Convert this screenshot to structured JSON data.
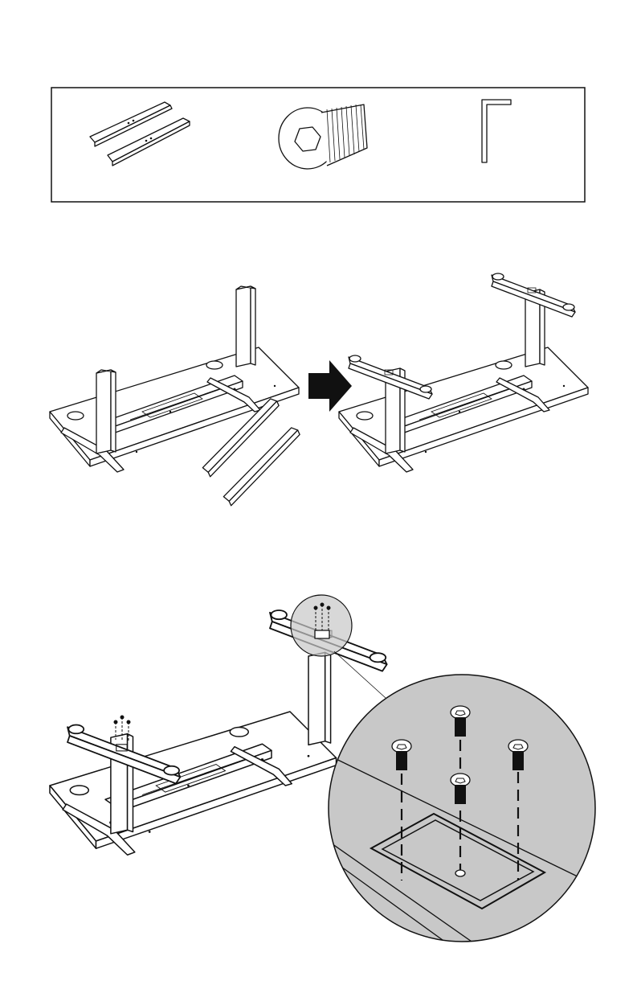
{
  "illustration": {
    "parts_box": {
      "items": [
        {
          "icon": "foot-bracket-pair-icon"
        },
        {
          "icon": "button-head-hex-screw-icon"
        },
        {
          "icon": "allen-key-icon"
        }
      ]
    },
    "step1": {
      "before": "desk-frame-with-legs-and-loose-feet",
      "arrow": "right-arrow-icon",
      "after": "desk-frame-with-feet-attached"
    },
    "step2": {
      "main": "feet-attached-with-screws",
      "magnifier": "screw-detail-magnifier",
      "screw_count": 4
    },
    "colors": {
      "line": "#111111",
      "magnifier_fill": "#c8c8c8",
      "background": "#ffffff"
    }
  }
}
